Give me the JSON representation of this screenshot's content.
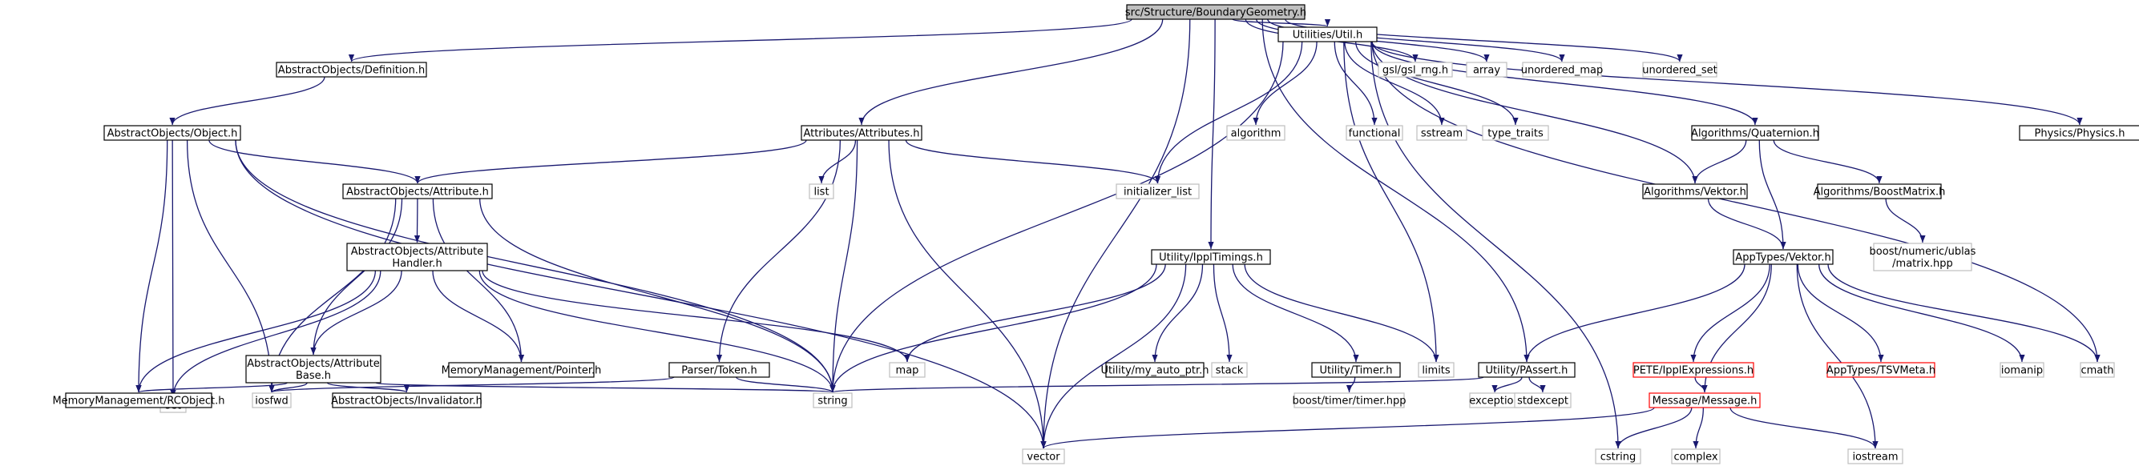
{
  "colors": {
    "edge": "#191970",
    "node_border": "#000000",
    "node_border_missing": "#bfbfbf",
    "node_border_truncated": "#ff0000",
    "root_fill": "#bfbfbf",
    "fill": "#ffffff"
  },
  "nodes": [
    {
      "id": "root",
      "label": "src/Structure/BoundaryGeometry.h",
      "style": "root"
    },
    {
      "id": "definition",
      "label": "AbstractObjects/Definition.h",
      "style": "normal"
    },
    {
      "id": "util",
      "label": "Utilities/Util.h",
      "style": "normal"
    },
    {
      "id": "gsl_rng",
      "label": "gsl/gsl_rng.h",
      "style": "missing"
    },
    {
      "id": "array",
      "label": "array",
      "style": "missing"
    },
    {
      "id": "unordered_map",
      "label": "unordered_map",
      "style": "missing"
    },
    {
      "id": "unordered_set",
      "label": "unordered_set",
      "style": "missing"
    },
    {
      "id": "object",
      "label": "AbstractObjects/Object.h",
      "style": "normal"
    },
    {
      "id": "attributes",
      "label": "Attributes/Attributes.h",
      "style": "normal"
    },
    {
      "id": "algorithm",
      "label": "algorithm",
      "style": "missing"
    },
    {
      "id": "functional",
      "label": "functional",
      "style": "missing"
    },
    {
      "id": "sstream",
      "label": "sstream",
      "style": "missing"
    },
    {
      "id": "type_traits",
      "label": "type_traits",
      "style": "missing"
    },
    {
      "id": "quaternion",
      "label": "Algorithms/Quaternion.h",
      "style": "normal"
    },
    {
      "id": "physics",
      "label": "Physics/Physics.h",
      "style": "normal"
    },
    {
      "id": "attribute",
      "label": "AbstractObjects/Attribute.h",
      "style": "normal"
    },
    {
      "id": "list",
      "label": "list",
      "style": "missing"
    },
    {
      "id": "initializer_list",
      "label": "initializer_list",
      "style": "missing"
    },
    {
      "id": "vektor_alg",
      "label": "Algorithms/Vektor.h",
      "style": "normal"
    },
    {
      "id": "boostmatrix",
      "label": "Algorithms/BoostMatrix.h",
      "style": "normal"
    },
    {
      "id": "attr_handler",
      "label": [
        "AbstractObjects/Attribute",
        "Handler.h"
      ],
      "style": "normal"
    },
    {
      "id": "ippltimings",
      "label": "Utility/IpplTimings.h",
      "style": "normal"
    },
    {
      "id": "ublas",
      "label": [
        "boost/numeric/ublas",
        "/matrix.hpp"
      ],
      "style": "missing"
    },
    {
      "id": "apptypes_vektor",
      "label": "AppTypes/Vektor.h",
      "style": "normal"
    },
    {
      "id": "set",
      "label": "set",
      "style": "missing"
    },
    {
      "id": "attr_base",
      "label": [
        "AbstractObjects/Attribute",
        "Base.h"
      ],
      "style": "normal"
    },
    {
      "id": "pointer",
      "label": "MemoryManagement/Pointer.h",
      "style": "normal"
    },
    {
      "id": "token",
      "label": "Parser/Token.h",
      "style": "normal"
    },
    {
      "id": "map",
      "label": "map",
      "style": "missing"
    },
    {
      "id": "my_auto_ptr",
      "label": "Utility/my_auto_ptr.h",
      "style": "normal"
    },
    {
      "id": "stack",
      "label": "stack",
      "style": "missing"
    },
    {
      "id": "timer",
      "label": "Utility/Timer.h",
      "style": "normal"
    },
    {
      "id": "limits",
      "label": "limits",
      "style": "missing"
    },
    {
      "id": "passert",
      "label": "Utility/PAssert.h",
      "style": "normal"
    },
    {
      "id": "pete",
      "label": "PETE/IpplExpressions.h",
      "style": "truncated"
    },
    {
      "id": "tsvmeta",
      "label": "AppTypes/TSVMeta.h",
      "style": "truncated"
    },
    {
      "id": "iomanip",
      "label": "iomanip",
      "style": "missing"
    },
    {
      "id": "cmath",
      "label": "cmath",
      "style": "missing"
    },
    {
      "id": "rcobject",
      "label": "MemoryManagement/RCObject.h",
      "style": "normal"
    },
    {
      "id": "iosfwd",
      "label": "iosfwd",
      "style": "missing"
    },
    {
      "id": "invalidator",
      "label": "AbstractObjects/Invalidator.h",
      "style": "normal"
    },
    {
      "id": "string",
      "label": "string",
      "style": "missing"
    },
    {
      "id": "boost_timer",
      "label": "boost/timer/timer.hpp",
      "style": "missing"
    },
    {
      "id": "exception",
      "label": "exception",
      "style": "missing"
    },
    {
      "id": "stdexcept",
      "label": "stdexcept",
      "style": "missing"
    },
    {
      "id": "message",
      "label": "Message/Message.h",
      "style": "truncated"
    },
    {
      "id": "vector",
      "label": "vector",
      "style": "missing"
    },
    {
      "id": "cstring",
      "label": "cstring",
      "style": "missing"
    },
    {
      "id": "complex",
      "label": "complex",
      "style": "missing"
    },
    {
      "id": "iostream",
      "label": "iostream",
      "style": "missing"
    }
  ],
  "edges": [
    [
      "root",
      "definition"
    ],
    [
      "root",
      "util"
    ],
    [
      "root",
      "gsl_rng"
    ],
    [
      "root",
      "array"
    ],
    [
      "root",
      "unordered_map"
    ],
    [
      "root",
      "unordered_set"
    ],
    [
      "root",
      "attributes"
    ],
    [
      "root",
      "ippltimings"
    ],
    [
      "root",
      "passert"
    ],
    [
      "root",
      "vector"
    ],
    [
      "definition",
      "object"
    ],
    [
      "object",
      "attribute"
    ],
    [
      "object",
      "set"
    ],
    [
      "object",
      "rcobject"
    ],
    [
      "object",
      "iosfwd"
    ],
    [
      "object",
      "string"
    ],
    [
      "object",
      "vector"
    ],
    [
      "attributes",
      "attribute"
    ],
    [
      "attributes",
      "list"
    ],
    [
      "attributes",
      "initializer_list"
    ],
    [
      "attributes",
      "token"
    ],
    [
      "attributes",
      "string"
    ],
    [
      "attributes",
      "vector"
    ],
    [
      "attribute",
      "attr_handler"
    ],
    [
      "attribute",
      "attr_base"
    ],
    [
      "attribute",
      "pointer"
    ],
    [
      "attribute",
      "iosfwd"
    ],
    [
      "attribute",
      "string"
    ],
    [
      "attr_handler",
      "set"
    ],
    [
      "attr_handler",
      "attr_base"
    ],
    [
      "attr_handler",
      "pointer"
    ],
    [
      "attr_handler",
      "rcobject"
    ],
    [
      "attr_handler",
      "map"
    ],
    [
      "attr_handler",
      "string"
    ],
    [
      "attr_base",
      "rcobject"
    ],
    [
      "attr_base",
      "iosfwd"
    ],
    [
      "attr_base",
      "invalidator"
    ],
    [
      "attr_base",
      "string"
    ],
    [
      "token",
      "iosfwd"
    ],
    [
      "token",
      "string"
    ],
    [
      "util",
      "algorithm"
    ],
    [
      "util",
      "functional"
    ],
    [
      "util",
      "sstream"
    ],
    [
      "util",
      "type_traits"
    ],
    [
      "util",
      "quaternion"
    ],
    [
      "util",
      "physics"
    ],
    [
      "util",
      "initializer_list"
    ],
    [
      "util",
      "vektor_alg"
    ],
    [
      "util",
      "string"
    ],
    [
      "util",
      "limits"
    ],
    [
      "util",
      "cstring"
    ],
    [
      "util",
      "cmath"
    ],
    [
      "quaternion",
      "vektor_alg"
    ],
    [
      "quaternion",
      "boostmatrix"
    ],
    [
      "quaternion",
      "apptypes_vektor"
    ],
    [
      "vektor_alg",
      "apptypes_vektor"
    ],
    [
      "boostmatrix",
      "ublas"
    ],
    [
      "ippltimings",
      "map"
    ],
    [
      "ippltimings",
      "my_auto_ptr"
    ],
    [
      "ippltimings",
      "stack"
    ],
    [
      "ippltimings",
      "timer"
    ],
    [
      "ippltimings",
      "limits"
    ],
    [
      "ippltimings",
      "string"
    ],
    [
      "ippltimings",
      "vector"
    ],
    [
      "timer",
      "boost_timer"
    ],
    [
      "apptypes_vektor",
      "passert"
    ],
    [
      "apptypes_vektor",
      "pete"
    ],
    [
      "apptypes_vektor",
      "tsvmeta"
    ],
    [
      "apptypes_vektor",
      "iomanip"
    ],
    [
      "apptypes_vektor",
      "cmath"
    ],
    [
      "apptypes_vektor",
      "message"
    ],
    [
      "apptypes_vektor",
      "iostream"
    ],
    [
      "passert",
      "string"
    ],
    [
      "passert",
      "exception"
    ],
    [
      "passert",
      "stdexcept"
    ],
    [
      "pete",
      "message"
    ],
    [
      "message",
      "vector"
    ],
    [
      "message",
      "cstring"
    ],
    [
      "message",
      "complex"
    ],
    [
      "message",
      "iostream"
    ]
  ]
}
